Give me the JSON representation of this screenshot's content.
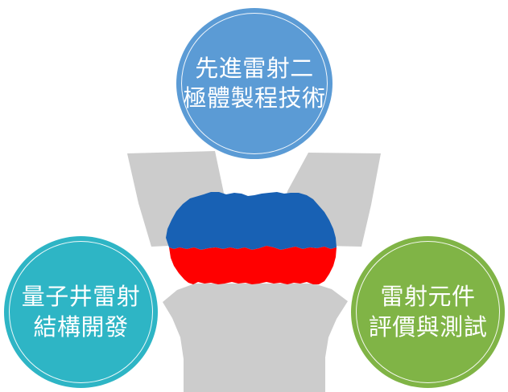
{
  "diagram": {
    "type": "three-node-cluster-with-central-core",
    "background_color": "#FFFFFF",
    "nodes": [
      {
        "id": "top",
        "label": "先進雷射二\n極體製程技術",
        "fill_color": "#5B9BD5",
        "ring_color": "#FFFFFF",
        "text_color": "#FFFFFF",
        "position": "top-center"
      },
      {
        "id": "left",
        "label": "量子井雷射\n結構開發",
        "fill_color": "#2EB5C5",
        "ring_color": "#FFFFFF",
        "text_color": "#FFFFFF",
        "position": "bottom-left"
      },
      {
        "id": "right",
        "label": "雷射元件\n評價與測試",
        "fill_color": "#80B446",
        "ring_color": "#FFFFFF",
        "text_color": "#FFFFFF",
        "position": "bottom-right"
      }
    ],
    "center_graphic": {
      "name": "laser-diode-core",
      "petals": [
        {
          "id": "petal-upper-left",
          "color": "#CCCCCC"
        },
        {
          "id": "petal-upper-right",
          "color": "#CCCCCC"
        },
        {
          "id": "petal-bottom",
          "color": "#CCCCCC"
        }
      ],
      "core_upper_color": "#1861B4",
      "core_lower_color": "#FF0000"
    }
  }
}
